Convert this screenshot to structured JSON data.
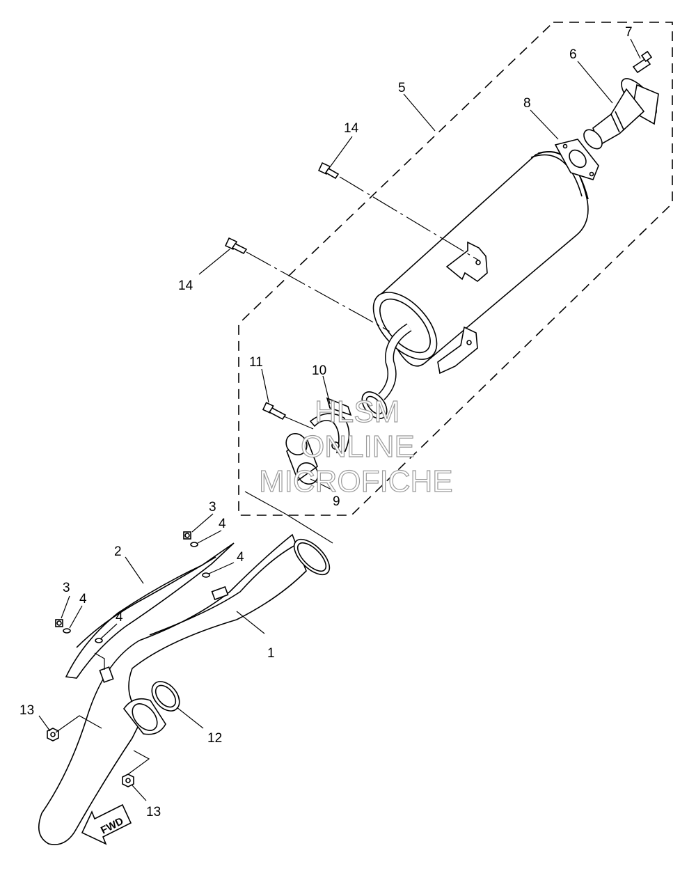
{
  "callouts": {
    "c1": "1",
    "c2": "2",
    "c3a": "3",
    "c3b": "3",
    "c4a": "4",
    "c4b": "4",
    "c4c": "4",
    "c4d": "4",
    "c5": "5",
    "c6": "6",
    "c7": "7",
    "c8": "8",
    "c9": "9",
    "c10": "10",
    "c11": "11",
    "c12": "12",
    "c13a": "13",
    "c13b": "13",
    "c14a": "14",
    "c14b": "14"
  },
  "fwd_arrow": "FWD",
  "watermark": {
    "line1": "HLSM",
    "line2": "ONLINE",
    "line3": "MICROFICHE"
  },
  "line_color": "#000000",
  "watermark_color": "#9a9a9a"
}
